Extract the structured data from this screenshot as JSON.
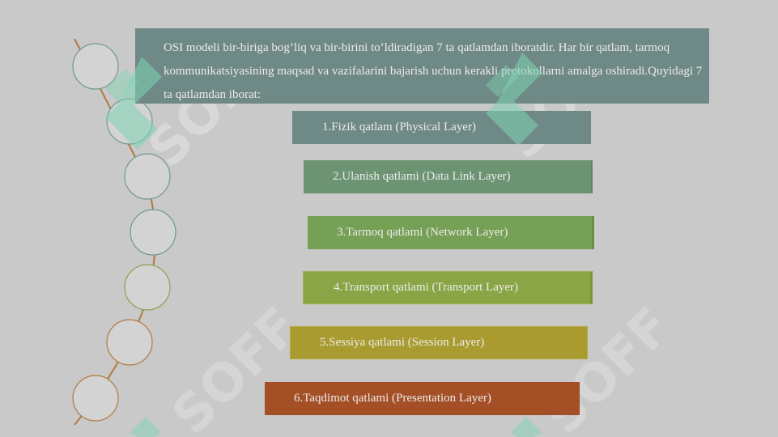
{
  "intro": {
    "text": "OSI modeli bir-biriga bog’liq va bir-birini to’ldiradigan 7 ta qatlamdan iboratdir. Har bir qatlam, tarmoq kommunikatsiyasining maqsad va vazifalarini bajarish uchun kerakli protokollarni amalga oshiradi.Quyidagi 7 ta qatlamdan iborat:"
  },
  "layers": [
    {
      "label": "1.Fizik qatlam (Physical Layer)",
      "color": "#6f8987"
    },
    {
      "label": "2.Ulanish qatlami (Data Link Layer)",
      "color": "#6c9472"
    },
    {
      "label": "3.Tarmoq qatlami (Network Layer)",
      "color": "#76a055"
    },
    {
      "label": "4.Transport qatlami (Transport Layer)",
      "color": "#8aa545"
    },
    {
      "label": "5.Sessiya qatlami (Session Layer)",
      "color": "#a99b30"
    },
    {
      "label": "6.Taqdimot qatlami (Presentation Layer)",
      "color": "#a44f26"
    }
  ],
  "watermark": {
    "text": "SOFF",
    "accent_color": "#7ed4b2"
  },
  "timeline": {
    "line_color": "#b07a40",
    "circle_stroke_top": "#6f9a8e",
    "circle_stroke_bottom": "#b07a40",
    "circle_fill": "#d3d3d3"
  }
}
